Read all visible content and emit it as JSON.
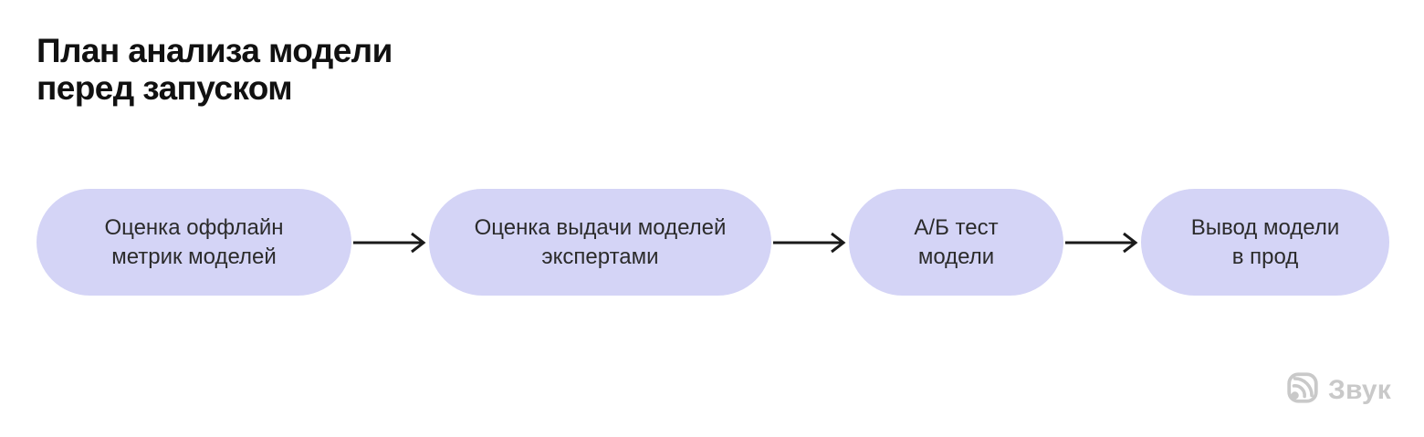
{
  "header": {
    "title": "План анализа модели\nперед запуском"
  },
  "flow": {
    "steps": [
      {
        "label": "Оценка оффлайн\nметрик моделей"
      },
      {
        "label": "Оценка выдачи моделей\nэкспертами"
      },
      {
        "label": "А/Б тест\nмодели"
      },
      {
        "label": "Вывод модели\nв прод"
      }
    ],
    "connector_icon": "arrow-right-icon"
  },
  "footer": {
    "logo_icon": "zvuk-sound-wave-icon",
    "logo_text": "Звук"
  },
  "colors": {
    "pill_bg": "#d4d4f6",
    "pill_text": "#2b2b2b",
    "title_text": "#111111",
    "arrow": "#1a1a1a",
    "logo": "#c9c9c9",
    "canvas_bg": "#ffffff"
  }
}
